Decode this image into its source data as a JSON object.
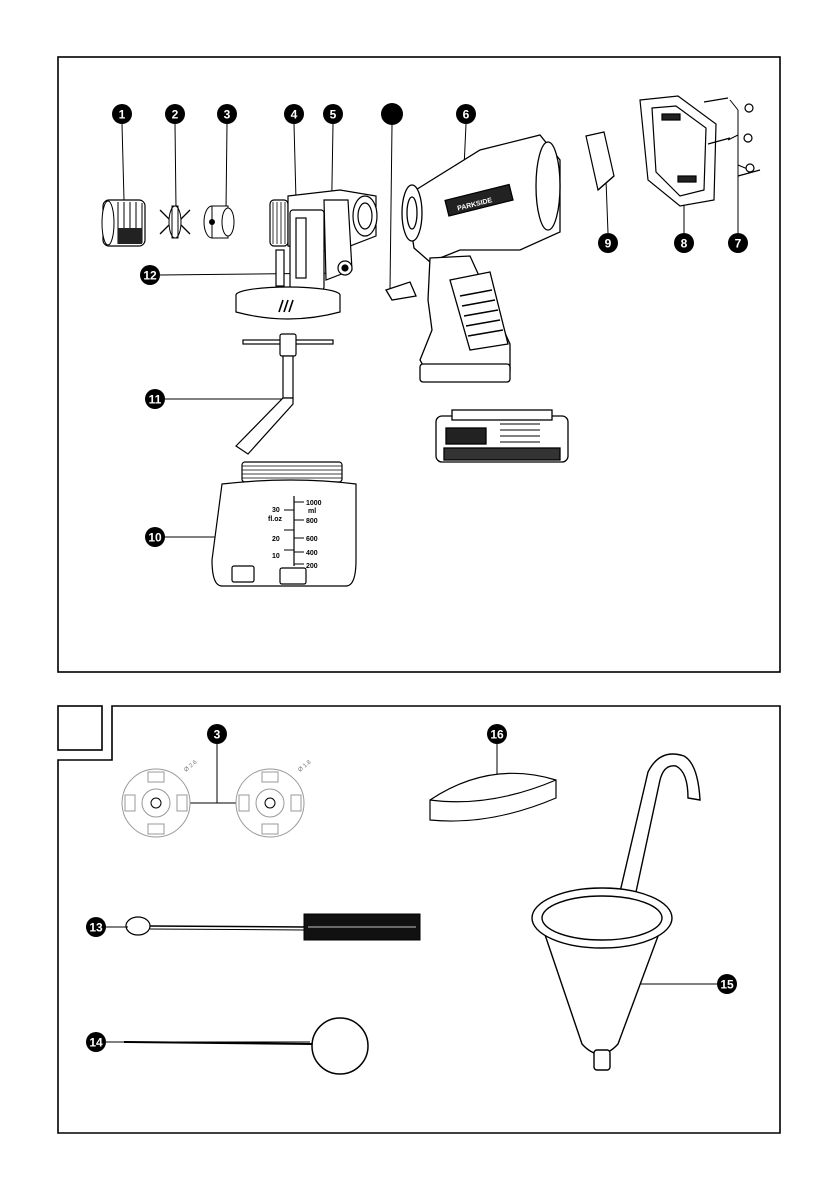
{
  "figure_a": {
    "badges": {
      "b1": "1",
      "b2": "2",
      "b3": "3",
      "b4": "4",
      "b5": "5",
      "b6": "6",
      "b7": "7",
      "b8": "8",
      "b9": "9",
      "b10": "10",
      "b11": "11",
      "b12": "12"
    },
    "scale": {
      "ml_1000": "1000",
      "ml_unit": "ml",
      "ml_800": "800",
      "ml_600": "600",
      "ml_400": "400",
      "ml_200": "200",
      "oz_30": "30",
      "oz_unit": "fl.oz",
      "oz_20": "20",
      "oz_10": "10"
    },
    "brand_label": "PARKSIDE"
  },
  "figure_b": {
    "badges": {
      "b3": "3",
      "b13": "13",
      "b14": "14",
      "b15": "15",
      "b16": "16"
    },
    "nozzle_left_dim": "Ø 2.6",
    "nozzle_right_dim": "Ø 1.8"
  }
}
